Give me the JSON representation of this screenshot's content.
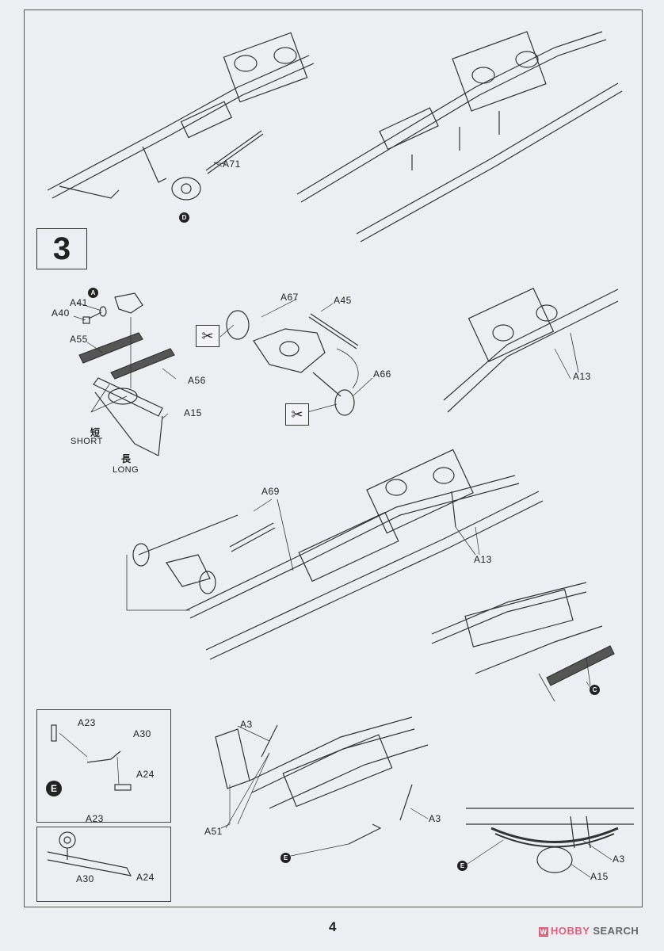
{
  "step": {
    "number": "3"
  },
  "labels": {
    "a71": "A71",
    "a41": "A41",
    "a40": "A40",
    "a55": "A55",
    "a56": "A56",
    "a15": "A15",
    "short_cn": "短",
    "short": "SHORT",
    "long_cn": "長",
    "long": "LONG",
    "a67": "A67",
    "a45": "A45",
    "a66": "A66",
    "a13_top": "A13",
    "a13_mid": "A13",
    "a69": "A69",
    "a3_top": "A3",
    "a51": "A51",
    "a3_mid": "A3",
    "a3_bottom": "A3",
    "a15_bottom": "A15",
    "sub1_a23": "A23",
    "sub1_a30": "A30",
    "sub1_a24": "A24",
    "sub2_a23": "A23",
    "sub2_a30": "A30",
    "sub2_a24": "A24"
  },
  "markers": {
    "d": "D",
    "a": "A",
    "c": "C",
    "e_sub": "E",
    "e_1": "E",
    "e_2": "E"
  },
  "icons": {
    "warning": "cut-icon"
  },
  "footer": {
    "page_number": "4",
    "logo_hobby": "HOBBY",
    "logo_search": "SEARCH"
  },
  "colors": {
    "logo": "#d9637a",
    "ink": "#222222",
    "paper": "#eceef2"
  }
}
